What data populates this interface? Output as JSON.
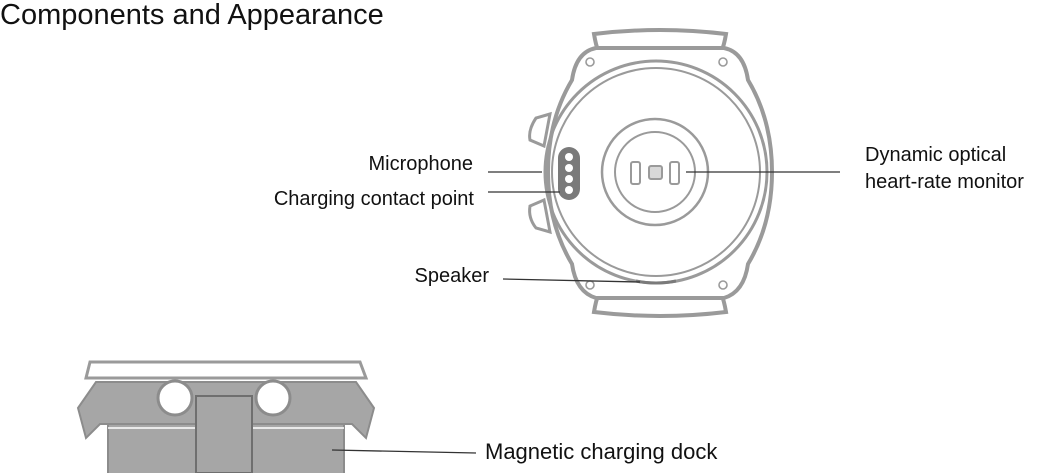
{
  "page_title": "Components and Appearance",
  "labels": {
    "microphone": "Microphone",
    "charging_contact_point": "Charging contact point",
    "speaker": "Speaker",
    "heart_rate_line1": "Dynamic optical",
    "heart_rate_line2": "heart-rate monitor",
    "charging_dock": "Magnetic charging dock"
  },
  "colors": {
    "outline": "#9a9a9a",
    "body_fill": "#ffffff",
    "dock_fill": "#a6a6a6",
    "dock_dark": "#8c8c8c",
    "leader_line": "#333333",
    "text": "#111111"
  }
}
